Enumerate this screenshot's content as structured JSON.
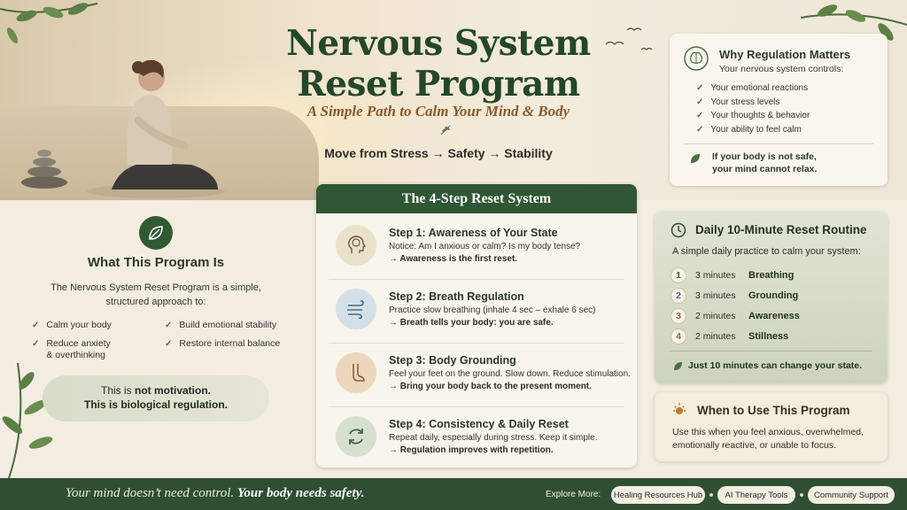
{
  "header": {
    "title_line1": "Nervous System",
    "title_line2": "Reset Program",
    "subtitle": "A Simple Path to Calm Your Mind & Body",
    "tagline": "Move from Stress → Safety → Stability"
  },
  "why": {
    "title": "Why Regulation Matters",
    "subtitle": "Your nervous system controls:",
    "items": [
      "Your emotional reactions",
      "Your stress levels",
      "Your thoughts & behavior",
      "Your ability to feel calm"
    ],
    "note_line1": "If your body is not safe,",
    "note_line2": "your mind cannot relax.",
    "icon": "brain-icon"
  },
  "what": {
    "title": "What This Program Is",
    "desc_line1": "The Nervous System Reset Program is a simple,",
    "desc_line2": "structured approach to:",
    "left_items": [
      "Calm your body",
      "Reduce anxiety\n& overthinking"
    ],
    "right_items": [
      "Build emotional stability",
      "Restore internal balance"
    ],
    "pill_prefix": "This is ",
    "pill_bold": "not motivation.",
    "pill_line2": "This is biological regulation.",
    "icon": "leaf-icon"
  },
  "steps": {
    "header": "The 4-Step Reset System",
    "items": [
      {
        "title": "Step 1: Awareness of Your State",
        "line1": "Notice: Am I anxious or calm? Is my body tense?",
        "line2": "→ Awareness is the first reset.",
        "icon": "brain-head-icon",
        "color": "#e9e2c9"
      },
      {
        "title": "Step 2: Breath Regulation",
        "line1": "Practice slow breathing (inhale 4 sec – exhale 6 sec)",
        "line2": "→ Breath tells your body: you are safe.",
        "icon": "wind-icon",
        "color": "#d4e0e8"
      },
      {
        "title": "Step 3: Body Grounding",
        "line1": "Feel your feet on the ground. Slow down. Reduce stimulation.",
        "line2": "→ Bring your body back to the present moment.",
        "icon": "foot-icon",
        "color": "#ecd6bc"
      },
      {
        "title": "Step 4: Consistency & Daily Reset",
        "line1": "Repeat daily, especially during stress. Keep it simple.",
        "line2": "→ Regulation improves with repetition.",
        "icon": "refresh-icon",
        "color": "#d7e0cf"
      }
    ]
  },
  "routine": {
    "title": "Daily 10-Minute Reset Routine",
    "subtitle": "A simple daily practice to calm your system:",
    "items": [
      {
        "num": "1",
        "minutes": "3 minutes",
        "activity": "Breathing",
        "color": "#3d6a3d"
      },
      {
        "num": "2",
        "minutes": "3 minutes",
        "activity": "Grounding",
        "color": "#3c6a8a"
      },
      {
        "num": "3",
        "minutes": "2 minutes",
        "activity": "Awareness",
        "color": "#a0602a"
      },
      {
        "num": "4",
        "minutes": "2 minutes",
        "activity": "Stillness",
        "color": "#a0602a"
      }
    ],
    "note": "Just 10 minutes can change your state.",
    "icon": "clock-icon"
  },
  "when": {
    "title": "When to Use This Program",
    "desc": "Use this when you feel anxious, overwhelmed, emotionally reactive, or unable to focus.",
    "icon": "sun-icon"
  },
  "footer": {
    "quote_italic": "Your mind doesn’t need control. ",
    "quote_bold": "Your body needs safety.",
    "explore_label": "Explore More:",
    "links": [
      "Healing Resources Hub",
      "AI Therapy Tools",
      "Community Support"
    ]
  },
  "colors": {
    "brand_green": "#2f5734",
    "accent_brown": "#8a5a2a",
    "footer_bg": "#2f4f33"
  }
}
